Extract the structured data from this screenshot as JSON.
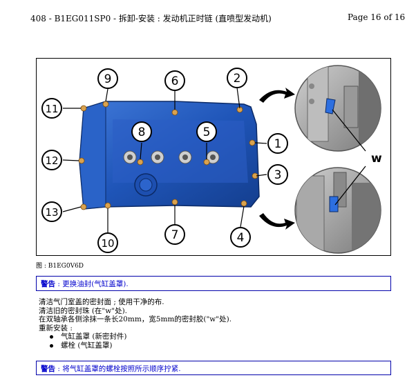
{
  "header": {
    "title": "408 - B1EG011SP0 - 拆卸-安装 : 发动机正时链 (直喷型发动机)",
    "page": "Page 16 of 16"
  },
  "figure": {
    "callouts": [
      "1",
      "2",
      "3",
      "4",
      "5",
      "6",
      "7",
      "8",
      "9",
      "10",
      "11",
      "12",
      "13"
    ],
    "detail_label": "w",
    "caption": "图 : B1EG0V6D"
  },
  "warning1": {
    "label": "警告",
    "text": " : 更换油封(气缸盖罩)."
  },
  "instructions": [
    "清洁气门室盖的密封面 ; 使用干净的布.",
    "清洁旧的密封珠 (在\"w\"处).",
    "在双轴承各侧涂抹一条长20mm，宽5mm的密封胶(\"w\"处).",
    "重新安装 :"
  ],
  "bullets": [
    "气缸盖罩 (新密封件)",
    "螺栓 (气缸盖罩)"
  ],
  "warning2": {
    "label": "警告",
    "text": " : 将气缸盖罩的螺栓按照所示顺序拧紧."
  }
}
